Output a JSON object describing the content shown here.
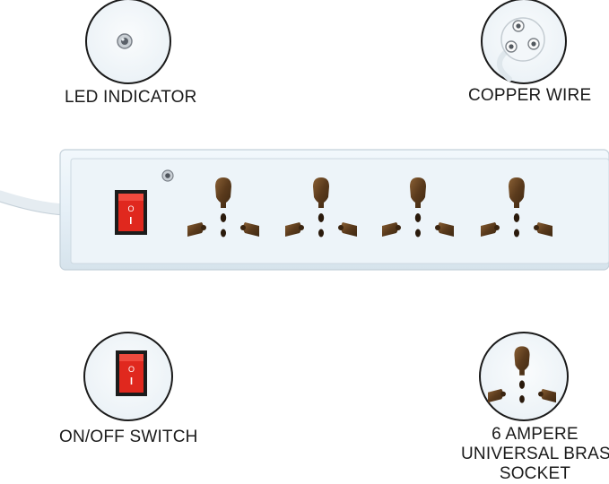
{
  "features": {
    "led": {
      "label": "LED INDICATOR",
      "icon": "led-indicator-icon"
    },
    "wire": {
      "label": "COPPER WIRE",
      "icon": "three-pin-plug-icon"
    },
    "switch": {
      "label": "ON/OFF SWITCH",
      "icon": "rocker-switch-icon"
    },
    "socket": {
      "label_lines": [
        "6 AMPERE",
        "UNIVERSAL BRASS",
        "SOCKET"
      ],
      "icon": "universal-socket-icon"
    }
  },
  "product": {
    "socket_count": 4,
    "colors": {
      "body": "#e8f2f8",
      "switch_red": "#e0281e",
      "brass_socket": "#6b4a26",
      "outline": "#1a1a1a"
    }
  }
}
